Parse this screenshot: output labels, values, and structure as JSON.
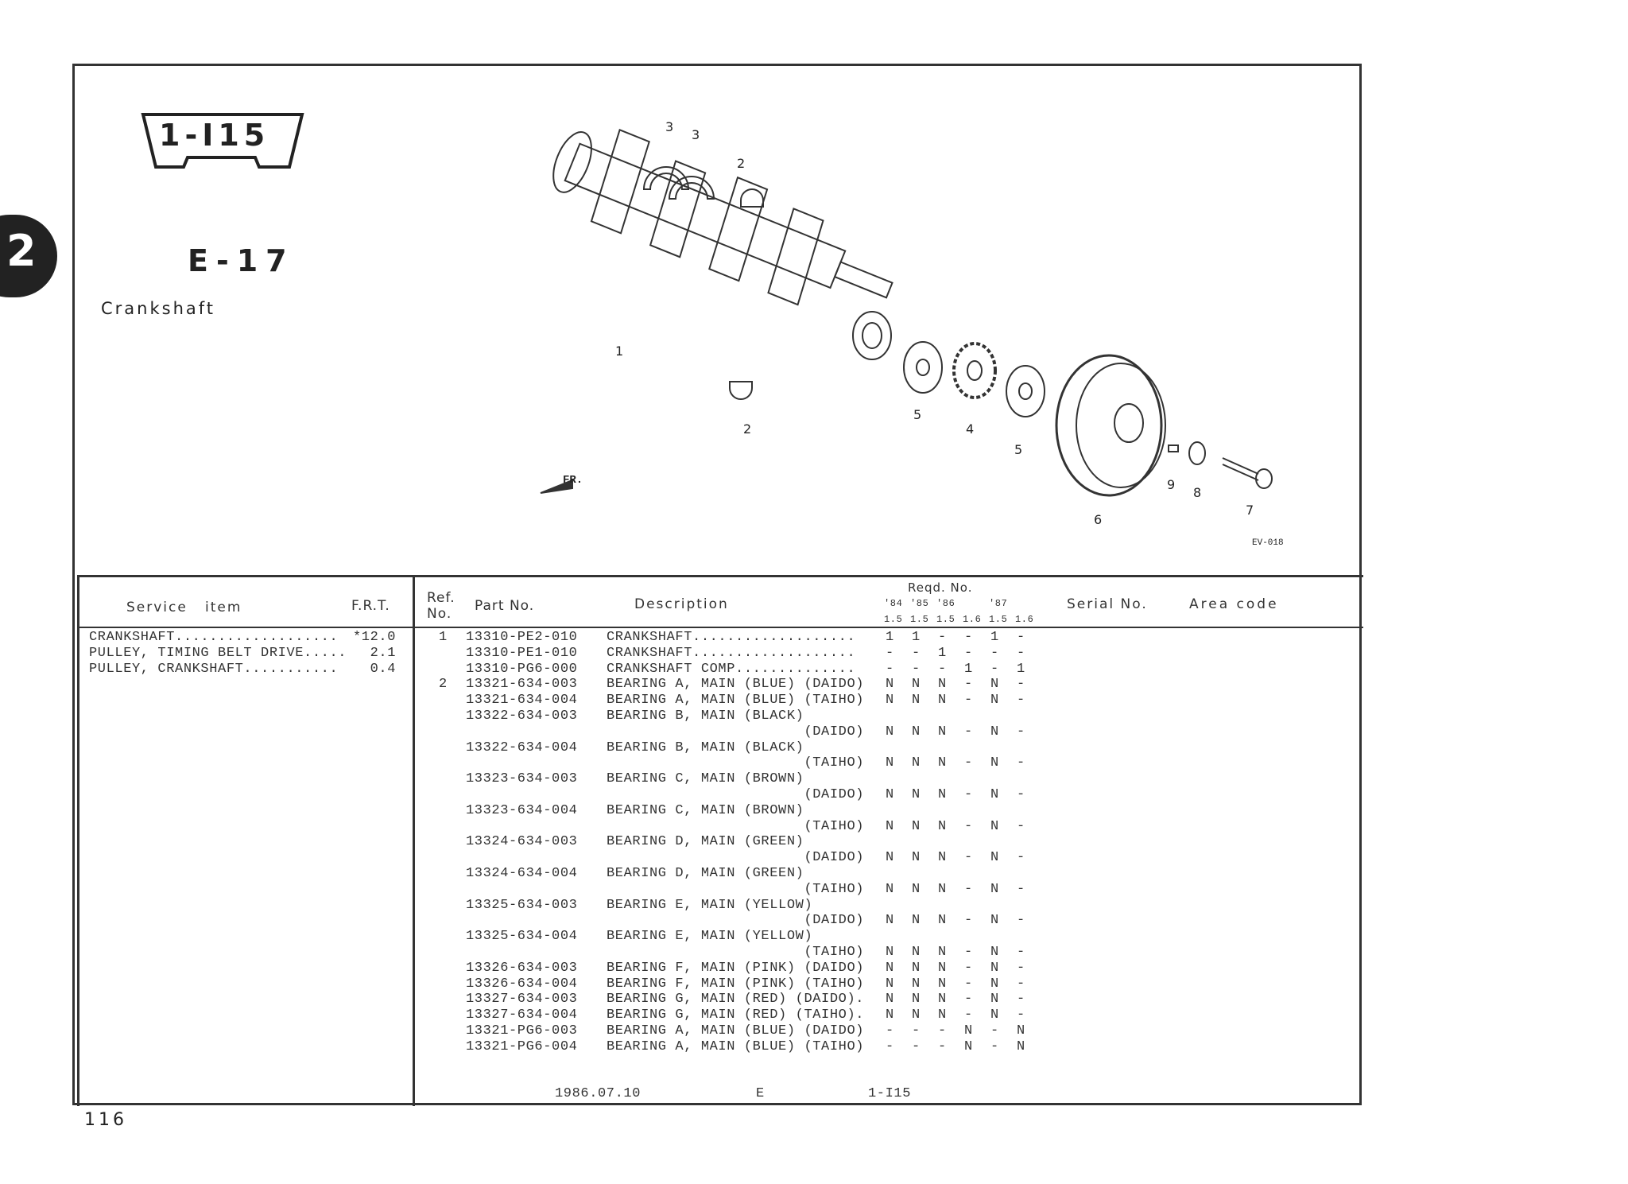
{
  "page": {
    "section_tab": "2",
    "index_badge": "1-I15",
    "group_code": "E-17",
    "group_title": "Crankshaft",
    "page_number": "116",
    "illustration_code": "EV-018",
    "front_marker": "FR."
  },
  "callouts": [
    "3",
    "3",
    "2",
    "1",
    "2",
    "5",
    "4",
    "5",
    "6",
    "9",
    "8",
    "7"
  ],
  "table_header": {
    "service_item": "Service   item",
    "frt": "F.R.T.",
    "ref_no_1": "Ref.",
    "ref_no_2": "No.",
    "part_no": "Part No.",
    "description": "Description",
    "reqd_no": "Reqd. No.",
    "years": [
      "'84",
      "'85",
      "'86",
      "",
      "'87",
      ""
    ],
    "displacements": [
      "1.5",
      "1.5",
      "1.5",
      "1.6",
      "1.5",
      "1.6"
    ],
    "serial_no": "Serial No.",
    "area_code": "Area code"
  },
  "service_items": [
    {
      "name": "CRANKSHAFT...................",
      "frt": "*12.0"
    },
    {
      "name": "PULLEY, TIMING BELT DRIVE.....",
      "frt": "2.1"
    },
    {
      "name": "PULLEY, CRANKSHAFT...........",
      "frt": "0.4"
    }
  ],
  "parts": [
    {
      "ref": "1",
      "part": "13310-PE2-010",
      "desc": "CRANKSHAFT...................",
      "qty": [
        "1",
        "1",
        "-",
        "-",
        "1",
        "-"
      ]
    },
    {
      "ref": "",
      "part": "13310-PE1-010",
      "desc": "CRANKSHAFT...................",
      "qty": [
        "-",
        "-",
        "1",
        "-",
        "-",
        "-"
      ]
    },
    {
      "ref": "",
      "part": "13310-PG6-000",
      "desc": "CRANKSHAFT COMP..............",
      "qty": [
        "-",
        "-",
        "-",
        "1",
        "-",
        "1"
      ]
    },
    {
      "ref": "2",
      "part": "13321-634-003",
      "desc": "BEARING A, MAIN (BLUE) (DAIDO)",
      "qty": [
        "N",
        "N",
        "N",
        "-",
        "N",
        "-"
      ]
    },
    {
      "ref": "",
      "part": "13321-634-004",
      "desc": "BEARING A, MAIN (BLUE) (TAIHO)",
      "qty": [
        "N",
        "N",
        "N",
        "-",
        "N",
        "-"
      ]
    },
    {
      "ref": "",
      "part": "13322-634-003",
      "desc": "BEARING B, MAIN (BLACK)",
      "qty": []
    },
    {
      "ref": "",
      "part": "",
      "desc": "                       (DAIDO)",
      "qty": [
        "N",
        "N",
        "N",
        "-",
        "N",
        "-"
      ]
    },
    {
      "ref": "",
      "part": "13322-634-004",
      "desc": "BEARING B, MAIN (BLACK)",
      "qty": []
    },
    {
      "ref": "",
      "part": "",
      "desc": "                       (TAIHO)",
      "qty": [
        "N",
        "N",
        "N",
        "-",
        "N",
        "-"
      ]
    },
    {
      "ref": "",
      "part": "13323-634-003",
      "desc": "BEARING C, MAIN (BROWN)",
      "qty": []
    },
    {
      "ref": "",
      "part": "",
      "desc": "                       (DAIDO)",
      "qty": [
        "N",
        "N",
        "N",
        "-",
        "N",
        "-"
      ]
    },
    {
      "ref": "",
      "part": "13323-634-004",
      "desc": "BEARING C, MAIN (BROWN)",
      "qty": []
    },
    {
      "ref": "",
      "part": "",
      "desc": "                       (TAIHO)",
      "qty": [
        "N",
        "N",
        "N",
        "-",
        "N",
        "-"
      ]
    },
    {
      "ref": "",
      "part": "13324-634-003",
      "desc": "BEARING D, MAIN (GREEN)",
      "qty": []
    },
    {
      "ref": "",
      "part": "",
      "desc": "                       (DAIDO)",
      "qty": [
        "N",
        "N",
        "N",
        "-",
        "N",
        "-"
      ]
    },
    {
      "ref": "",
      "part": "13324-634-004",
      "desc": "BEARING D, MAIN (GREEN)",
      "qty": []
    },
    {
      "ref": "",
      "part": "",
      "desc": "                       (TAIHO)",
      "qty": [
        "N",
        "N",
        "N",
        "-",
        "N",
        "-"
      ]
    },
    {
      "ref": "",
      "part": "13325-634-003",
      "desc": "BEARING E, MAIN (YELLOW)",
      "qty": []
    },
    {
      "ref": "",
      "part": "",
      "desc": "                       (DAIDO)",
      "qty": [
        "N",
        "N",
        "N",
        "-",
        "N",
        "-"
      ]
    },
    {
      "ref": "",
      "part": "13325-634-004",
      "desc": "BEARING E, MAIN (YELLOW)",
      "qty": []
    },
    {
      "ref": "",
      "part": "",
      "desc": "                       (TAIHO)",
      "qty": [
        "N",
        "N",
        "N",
        "-",
        "N",
        "-"
      ]
    },
    {
      "ref": "",
      "part": "13326-634-003",
      "desc": "BEARING F, MAIN (PINK) (DAIDO)",
      "qty": [
        "N",
        "N",
        "N",
        "-",
        "N",
        "-"
      ]
    },
    {
      "ref": "",
      "part": "13326-634-004",
      "desc": "BEARING F, MAIN (PINK) (TAIHO)",
      "qty": [
        "N",
        "N",
        "N",
        "-",
        "N",
        "-"
      ]
    },
    {
      "ref": "",
      "part": "13327-634-003",
      "desc": "BEARING G, MAIN (RED) (DAIDO).",
      "qty": [
        "N",
        "N",
        "N",
        "-",
        "N",
        "-"
      ]
    },
    {
      "ref": "",
      "part": "13327-634-004",
      "desc": "BEARING G, MAIN (RED) (TAIHO).",
      "qty": [
        "N",
        "N",
        "N",
        "-",
        "N",
        "-"
      ]
    },
    {
      "ref": "",
      "part": "13321-PG6-003",
      "desc": "BEARING A, MAIN (BLUE) (DAIDO)",
      "qty": [
        "-",
        "-",
        "-",
        "N",
        "-",
        "N"
      ]
    },
    {
      "ref": "",
      "part": "13321-PG6-004",
      "desc": "BEARING A, MAIN (BLUE) (TAIHO)",
      "qty": [
        "-",
        "-",
        "-",
        "N",
        "-",
        "N"
      ]
    }
  ],
  "footer": {
    "date": "1986.07.10",
    "code": "E",
    "ref": "1-I15"
  }
}
